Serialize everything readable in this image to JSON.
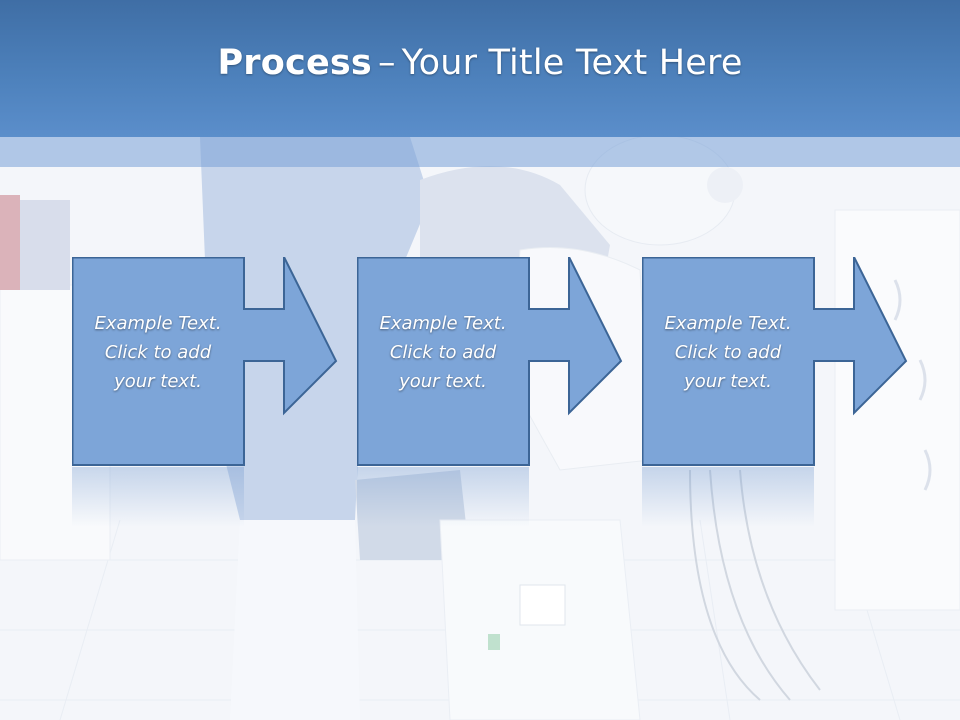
{
  "slide": {
    "title_bold": "Process",
    "title_separator": "–",
    "title_rest": "Your Title Text Here"
  },
  "steps": [
    {
      "line1": "Example Text.",
      "line2": "Click  to add",
      "line3": "your text."
    },
    {
      "line1": "Example Text.",
      "line2": "Click  to add",
      "line3": "your text."
    },
    {
      "line1": "Example Text.",
      "line2": "Click  to add",
      "line3": "your text."
    }
  ],
  "colors": {
    "header": "#4e82bd",
    "box_fill": "#7da5d8",
    "box_stroke": "#3c6596",
    "text": "#ffffff"
  },
  "icons": {
    "arrow": "right-arrow-icon",
    "background": "dental-clinic-photo"
  }
}
